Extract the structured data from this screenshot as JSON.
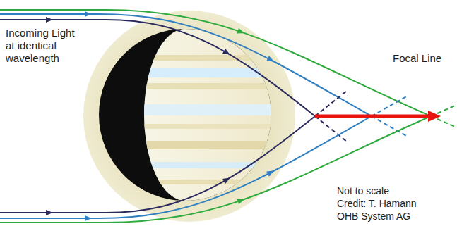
{
  "diagram": {
    "labels": [
      "Incoming Light at identical wavelength",
      "Focal Line",
      "Not to scale",
      "Credit: T. Hamann OHB System AG"
    ]
  }
}
